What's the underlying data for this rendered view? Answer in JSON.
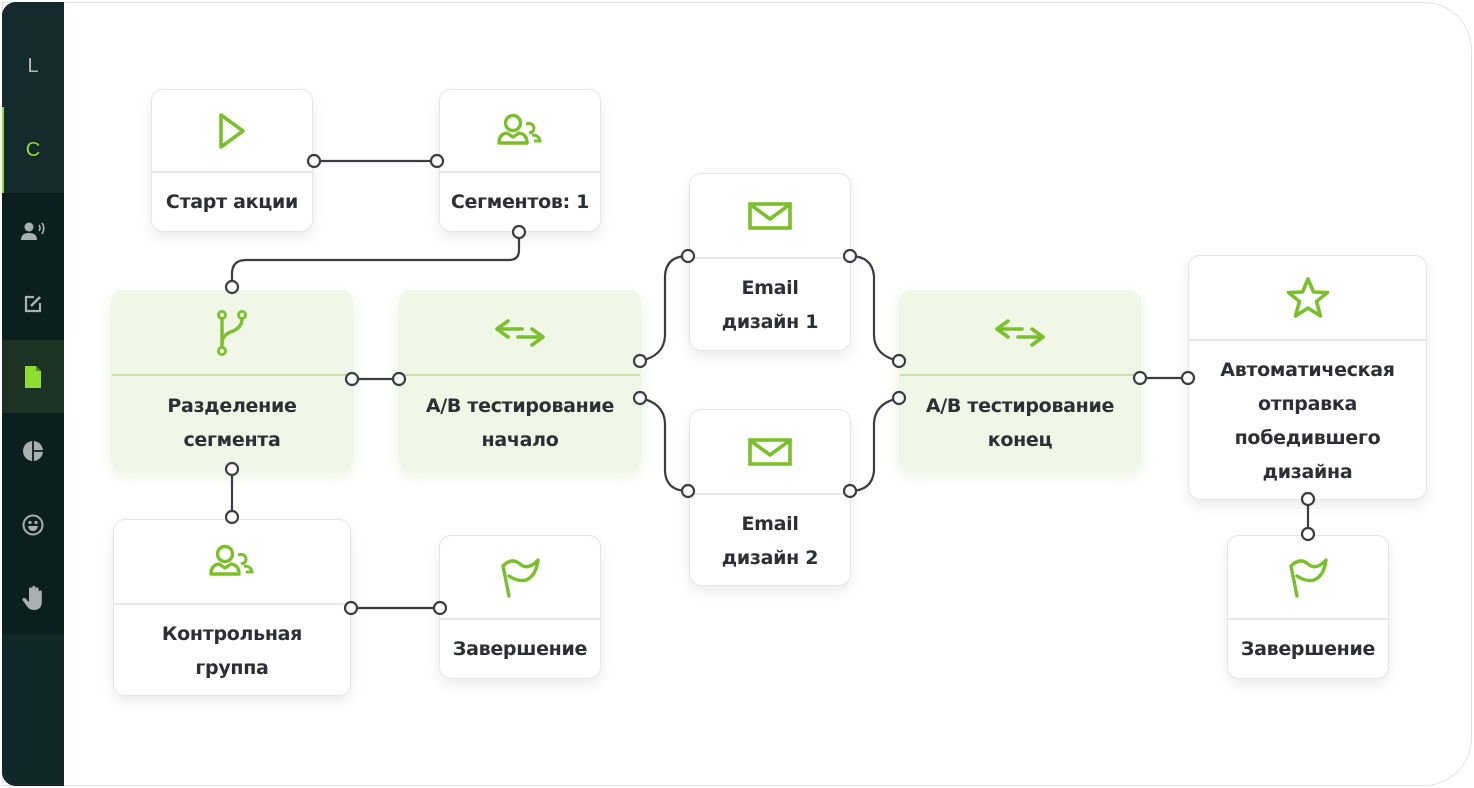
{
  "sidebar": {
    "items": [
      {
        "id": "l",
        "label": "L",
        "icon": "letter-l"
      },
      {
        "id": "c",
        "label": "C",
        "icon": "letter-c",
        "active": true
      },
      {
        "id": "audience",
        "icon": "speaking-person-icon"
      },
      {
        "id": "edit",
        "icon": "edit-icon"
      },
      {
        "id": "document",
        "icon": "document-icon",
        "active": true
      },
      {
        "id": "reports",
        "icon": "pie-chart-icon"
      },
      {
        "id": "smiley",
        "icon": "smiley-icon"
      },
      {
        "id": "hand",
        "icon": "hand-icon"
      }
    ]
  },
  "colors": {
    "accent": "#7cbf2c",
    "sidebar_bg": "#10272a",
    "sidebar_active": "#8edc2e",
    "node_green_bg": "#f0f7e7",
    "wire": "#3a3d42"
  },
  "nodes": {
    "start": {
      "label": "Старт акции",
      "icon": "play-icon"
    },
    "segments": {
      "label": "Сегментов: 1",
      "icon": "users-icon"
    },
    "split": {
      "label_lines": [
        "Разделение",
        "сегмента"
      ],
      "icon": "branch-icon"
    },
    "ab_start": {
      "label_lines": [
        "A/B тестирование",
        "начало"
      ],
      "icon": "swap-arrows-icon"
    },
    "email1": {
      "label_lines": [
        "Email",
        "дизайн 1"
      ],
      "icon": "envelope-icon"
    },
    "email2": {
      "label_lines": [
        "Email",
        "дизайн 2"
      ],
      "icon": "envelope-icon"
    },
    "ab_end": {
      "label_lines": [
        "A/B тестирование",
        "конец"
      ],
      "icon": "swap-arrows-icon"
    },
    "auto_send": {
      "label_lines": [
        "Автоматическая",
        "отправка",
        "победившего",
        "дизайна"
      ],
      "icon": "star-icon"
    },
    "control": {
      "label_lines": [
        "Контрольная",
        "группа"
      ],
      "icon": "users-icon"
    },
    "finish1": {
      "label": "Завершение",
      "icon": "flag-icon"
    },
    "finish2": {
      "label": "Завершение",
      "icon": "flag-icon"
    }
  }
}
